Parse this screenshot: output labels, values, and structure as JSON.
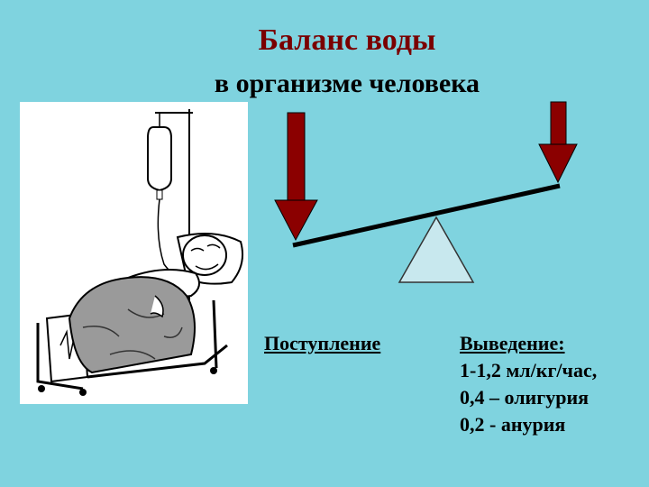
{
  "slide": {
    "title_line1": "Баланс воды",
    "title_line2": "в организме человека",
    "intake_label": "Поступление",
    "output_label": "Выведение:",
    "output_lines": [
      "1-1,2 мл/кг/час,",
      "0,4 – олигурия",
      "0,2 - анурия"
    ]
  },
  "colors": {
    "background": "#7fd3df",
    "title_accent": "#7a0000",
    "arrow": "#8b0000",
    "fulcrum": "#c8e8ee"
  },
  "illustration": "patient-in-hospital-bed-with-iv-drip"
}
